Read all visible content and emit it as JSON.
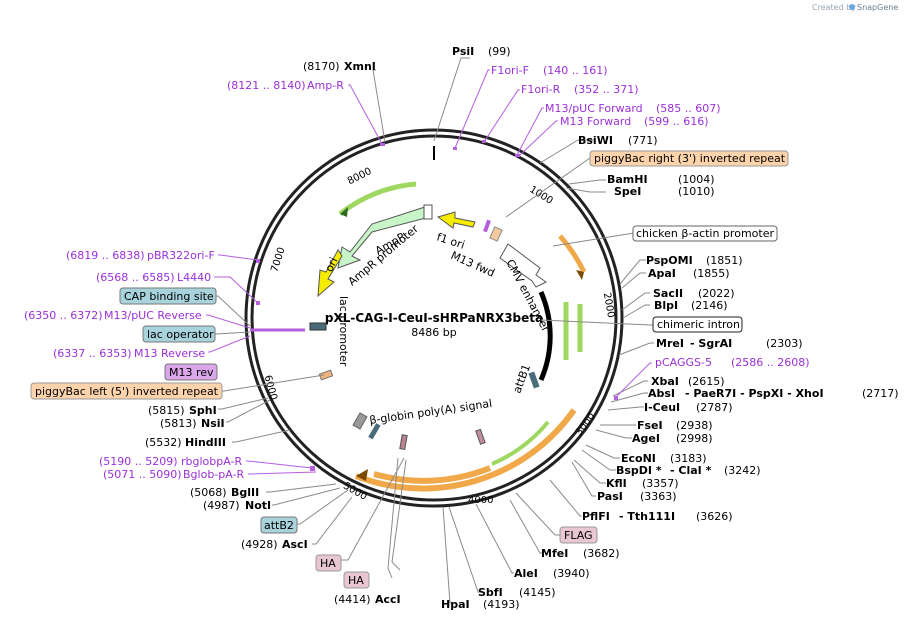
{
  "credit": {
    "text": "Created by",
    "brand": "SnapGene"
  },
  "plasmid": {
    "name": "pXL-CAG-I-CeuI-sHRPaNRX3beta",
    "length": "8486 bp"
  },
  "ticks": [
    "1000",
    "2000",
    "3000",
    "4000",
    "5000",
    "6000",
    "7000",
    "8000"
  ],
  "sites_right": [
    {
      "name": "PsiI",
      "pos": "(99)"
    },
    {
      "name": "BsiWI",
      "pos": "(771)"
    },
    {
      "name": "BamHI",
      "pos": "(1004)"
    },
    {
      "name": "SpeI",
      "pos": "(1010)"
    },
    {
      "name": "PspOMI",
      "pos": "(1851)"
    },
    {
      "name": "ApaI",
      "pos": "(1855)"
    },
    {
      "name": "SacII",
      "pos": "(2022)"
    },
    {
      "name": "BlpI",
      "pos": "(2146)"
    },
    {
      "name": "MreI",
      "extra": "- SgrAI",
      "pos": "(2303)"
    },
    {
      "name": "XbaI",
      "pos": "(2615)"
    },
    {
      "name": "AbsI",
      "extra": "- PaeR7I - PspXI - XhoI",
      "pos": "(2717)"
    },
    {
      "name": "I-CeuI",
      "pos": "(2787)"
    },
    {
      "name": "FseI",
      "pos": "(2938)"
    },
    {
      "name": "AgeI",
      "pos": "(2998)"
    },
    {
      "name": "EcoNI",
      "pos": "(3183)"
    },
    {
      "name": "BspDI *",
      "extra": "- ClaI *",
      "pos": "(3242)"
    },
    {
      "name": "KflI",
      "pos": "(3357)"
    },
    {
      "name": "PasI",
      "pos": "(3363)"
    },
    {
      "name": "PflFI",
      "extra": "- Tth111I",
      "pos": "(3626)"
    },
    {
      "name": "MfeI",
      "pos": "(3682)"
    },
    {
      "name": "AleI",
      "pos": "(3940)"
    },
    {
      "name": "SbfI",
      "pos": "(4145)"
    },
    {
      "name": "HpaI",
      "pos": "(4193)"
    }
  ],
  "sites_left": [
    {
      "name": "XmnI",
      "pos": "(8170)"
    },
    {
      "name": "SphI",
      "pos": "(5815)"
    },
    {
      "name": "NsiI",
      "pos": "(5813)"
    },
    {
      "name": "HindIII",
      "pos": "(5532)"
    },
    {
      "name": "BglII",
      "pos": "(5068)"
    },
    {
      "name": "NotI",
      "pos": "(4987)"
    },
    {
      "name": "AscI",
      "pos": "(4928)"
    },
    {
      "name": "AccI",
      "pos": "(4414)"
    }
  ],
  "primers": [
    {
      "name": "F1ori-F",
      "range": "(140 .. 161)"
    },
    {
      "name": "F1ori-R",
      "range": "(352 .. 371)"
    },
    {
      "name": "M13/pUC Forward",
      "range": "(585 .. 607)"
    },
    {
      "name": "M13 Forward",
      "range": "(599 .. 616)"
    },
    {
      "name": "pCAGGS-5",
      "range": "(2586 .. 2608)"
    },
    {
      "name": "Amp-R",
      "range": "(8121 .. 8140)"
    },
    {
      "name": "pBR322ori-F",
      "range": "(6819 .. 6838)"
    },
    {
      "name": "L4440",
      "range": "(6568 .. 6585)"
    },
    {
      "name": "M13/pUC Reverse",
      "range": "(6350 .. 6372)"
    },
    {
      "name": "M13 Reverse",
      "range": "(6337 .. 6353)"
    },
    {
      "name": "rbglobpA-R",
      "range": "(5190 .. 5209)"
    },
    {
      "name": "Bglob-pA-R",
      "range": "(5071 .. 5090)"
    }
  ],
  "boxed": {
    "piggy_right": "piggyBac right (3') inverted repeat",
    "chicken": "chicken β-actin promoter",
    "chimeric": "chimeric intron",
    "flag": "FLAG",
    "ha1": "HA",
    "ha2": "HA",
    "attb2": "attB2",
    "cap": "CAP binding site",
    "lac_op": "lac operator",
    "m13rev": "M13 rev",
    "piggy_left": "piggyBac left (5') inverted repeat"
  },
  "inner": {
    "f1ori": "f1 ori",
    "m13fwd": "M13 fwd",
    "ampr": "AmpR",
    "ampr_promoter": "AmpR promoter",
    "ori": "ori",
    "lac_promoter": "lac promoter",
    "cmv": "CMV enhancer",
    "attb1": "attB1",
    "bglobin": "β-globin poly(A) signal"
  },
  "colors": {
    "primer": "#9b30d9",
    "orange_box": "#fcd3ab",
    "pink_box": "#e8c6d2",
    "teal_box": "#a9d3dc",
    "purple_box": "#d9a6ea",
    "ampr": "#c8f5c8",
    "ori": "#f5ec00",
    "f1ori": "#f5ec00",
    "enhancer": "#ffffff",
    "green_orf": "#9fd860",
    "orange_orf": "#f0a848"
  }
}
